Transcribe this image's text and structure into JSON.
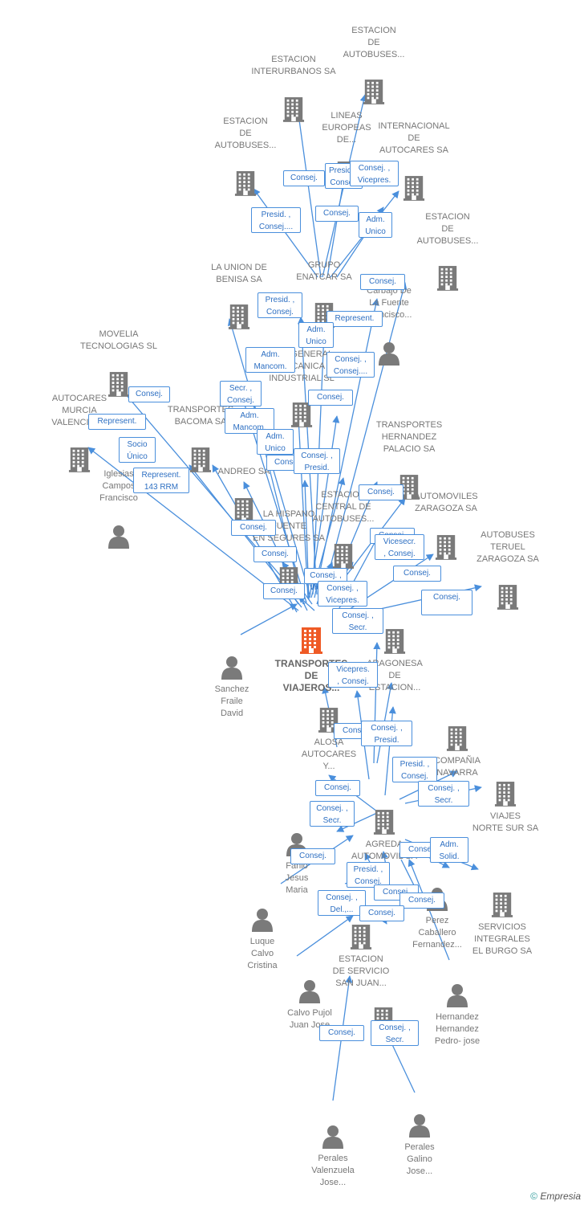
{
  "colors": {
    "edge": "#4a8fdc",
    "building": "#7a7a7a",
    "center": "#ef5a25",
    "person": "#7a7a7a"
  },
  "nodes": [
    {
      "id": "n1",
      "label": "ESTACION\nDE\nAUTOBUSES...",
      "icon": "building-icon",
      "type": "company"
    },
    {
      "id": "n2",
      "label": "ESTACION\nINTERURBANOS SA",
      "icon": "building-icon",
      "type": "company"
    },
    {
      "id": "n3",
      "label": "ESTACION\nDE\nAUTOBUSES...",
      "icon": "building-icon",
      "type": "company"
    },
    {
      "id": "n4",
      "label": "LINEAS\nEUROPEAS\nDE...",
      "icon": "building-icon",
      "type": "company"
    },
    {
      "id": "n5",
      "label": "INTERNACIONAL\nDE\nAUTOCARES SA",
      "icon": "building-icon",
      "type": "company"
    },
    {
      "id": "n6",
      "label": "ESTACION\nDE\nAUTOBUSES...",
      "icon": "building-icon",
      "type": "company"
    },
    {
      "id": "n7",
      "label": "LA UNION DE\nBENISA SA",
      "icon": "building-icon",
      "type": "company"
    },
    {
      "id": "n8",
      "label": "GRUPO\nENATCAR SA",
      "icon": "building-icon",
      "type": "company"
    },
    {
      "id": "n9",
      "label": "Carbajo De\nLa Fuente\nFrancisco...",
      "icon": "person-icon",
      "type": "person"
    },
    {
      "id": "n10",
      "label": "MOVELIA\nTECNOLOGIAS SL",
      "icon": "building-icon",
      "type": "company"
    },
    {
      "id": "n11",
      "label": "BUS GENERAL\nMECANICA\nINDUSTRIAL SL",
      "icon": "building-icon",
      "type": "company"
    },
    {
      "id": "n12",
      "label": "AUTOCARES\nMURCIA\nVALENCIA SL",
      "icon": "building-icon",
      "type": "company"
    },
    {
      "id": "n13",
      "label": "TRANSPORTES\nBACOMA SA",
      "icon": "building-icon",
      "type": "company"
    },
    {
      "id": "n14",
      "label": "Iglesias\nCampos\nFrancisco",
      "icon": "person-icon",
      "type": "person"
    },
    {
      "id": "n15",
      "label": "ANDREO SA",
      "icon": "building-icon",
      "type": "company"
    },
    {
      "id": "n16",
      "label": "TRANSPORTES\nHERNANDEZ\nPALACIO SA",
      "icon": "building-icon",
      "type": "company"
    },
    {
      "id": "n17",
      "label": "ESTACION\nCENTRAL DE\nAUTOBUSES...",
      "icon": "building-icon",
      "type": "company"
    },
    {
      "id": "n18",
      "label": "LA HISPANO\nFUENTE\nEN SEGURES SA",
      "icon": "building-icon",
      "type": "company"
    },
    {
      "id": "n19",
      "label": "AUTOMOVILES\nZARAGOZA SA",
      "icon": "building-icon",
      "type": "company"
    },
    {
      "id": "n20",
      "label": "AUTOBUSES\nTERUEL\nZARAGOZA SA",
      "icon": "building-icon",
      "type": "company"
    },
    {
      "id": "n21",
      "label": "TRANSPORTES\nDE\nVIAJEROS...",
      "icon": "building-icon",
      "type": "center"
    },
    {
      "id": "n22",
      "label": "Sanchez\nFraile\nDavid",
      "icon": "person-icon",
      "type": "person"
    },
    {
      "id": "n23",
      "label": "ARAGONESA\nDE\nESTACION...",
      "icon": "building-icon",
      "type": "company"
    },
    {
      "id": "n24",
      "label": "ALOSA\nAUTOCARES\nY...",
      "icon": "building-icon",
      "type": "company"
    },
    {
      "id": "n25",
      "label": "COMPAÑIA\nNAVARRA\nDE...",
      "icon": "building-icon",
      "type": "company"
    },
    {
      "id": "n26",
      "label": "VIAJES\nNORTE SUR SA",
      "icon": "building-icon",
      "type": "company"
    },
    {
      "id": "n27",
      "label": "AGREDA\nAUTOMOVIL SA",
      "icon": "building-icon",
      "type": "company"
    },
    {
      "id": "n28",
      "label": "Fanlo\nJesus\nMaria",
      "icon": "person-icon",
      "type": "person"
    },
    {
      "id": "n29",
      "label": "Luque\nCalvo\nCristina",
      "icon": "person-icon",
      "type": "person"
    },
    {
      "id": "n30",
      "label": "Perez\nCaballero\nFernandez...",
      "icon": "person-icon",
      "type": "person"
    },
    {
      "id": "n31",
      "label": "SERVICIOS\nINTEGRALES\nEL BURGO SA",
      "icon": "building-icon",
      "type": "company"
    },
    {
      "id": "n32",
      "label": "ESTACION\nDE SERVICIO\nSAN JUAN...",
      "icon": "building-icon",
      "type": "company"
    },
    {
      "id": "n33",
      "label": "Calvo Pujol\nJuan Jose",
      "icon": "person-icon",
      "type": "person"
    },
    {
      "id": "n34",
      "label": "Hernandez\nHernandez\nPedro- jose",
      "icon": "person-icon",
      "type": "person"
    },
    {
      "id": "n35",
      "label": "",
      "icon": "building-icon",
      "type": "company"
    },
    {
      "id": "n36",
      "label": "Perales\nValenzuela\nJose...",
      "icon": "person-icon",
      "type": "person"
    },
    {
      "id": "n37",
      "label": "Perales\nGalino\nJose...",
      "icon": "person-icon",
      "type": "person"
    }
  ],
  "relations": [
    {
      "text": "Consej."
    },
    {
      "text": "Presid. ,\nConsej."
    },
    {
      "text": "Consej. ,\nVicepres."
    },
    {
      "text": "Consej."
    },
    {
      "text": "Adm.\nUnico"
    },
    {
      "text": "Presid. ,\nConsej...."
    },
    {
      "text": "Consej."
    },
    {
      "text": "Presid. ,\nConsej."
    },
    {
      "text": "Represent."
    },
    {
      "text": "Adm.\nUnico"
    },
    {
      "text": "Adm.\nMancom."
    },
    {
      "text": "Consej. ,\nConsej...."
    },
    {
      "text": "Consej."
    },
    {
      "text": "Secr. ,\nConsej."
    },
    {
      "text": "Consej."
    },
    {
      "text": "Represent."
    },
    {
      "text": "Adm.\nMancom."
    },
    {
      "text": "Socio\nÚnico"
    },
    {
      "text": "Adm.\nUnico"
    },
    {
      "text": "Consej."
    },
    {
      "text": "Consej. ,\nPresid."
    },
    {
      "text": "Represent.\n143 RRM"
    },
    {
      "text": "Consej."
    },
    {
      "text": "Consej."
    },
    {
      "text": "Consej."
    },
    {
      "text": "Vicesecr.\n, Consej."
    },
    {
      "text": "Consej."
    },
    {
      "text": "Consej."
    },
    {
      "text": "Consej."
    },
    {
      "text": "Consej. ,\nVicesecr."
    },
    {
      "text": "Consej. ,\nVicepres."
    },
    {
      "text": "Consej."
    },
    {
      "text": "Consej. ,\nSecr."
    },
    {
      "text": "Vicepres.\n, Consej."
    },
    {
      "text": "Consej."
    },
    {
      "text": "Consej. ,\nPresid."
    },
    {
      "text": "Presid. ,\nConsej."
    },
    {
      "text": "Consej."
    },
    {
      "text": "Consej. ,\nSecr."
    },
    {
      "text": "Consej. ,\nSecr."
    },
    {
      "text": "Consej."
    },
    {
      "text": "Consej."
    },
    {
      "text": "Adm.\nSolid."
    },
    {
      "text": "Presid. ,\nConsej."
    },
    {
      "text": "Consej."
    },
    {
      "text": "Consej."
    },
    {
      "text": "Consej. ,\nDel.,..."
    },
    {
      "text": "Consej."
    },
    {
      "text": "Consej."
    },
    {
      "text": "Consej. ,\nSecr."
    }
  ],
  "footer": {
    "copyright": "©",
    "brand": "Empresia"
  }
}
